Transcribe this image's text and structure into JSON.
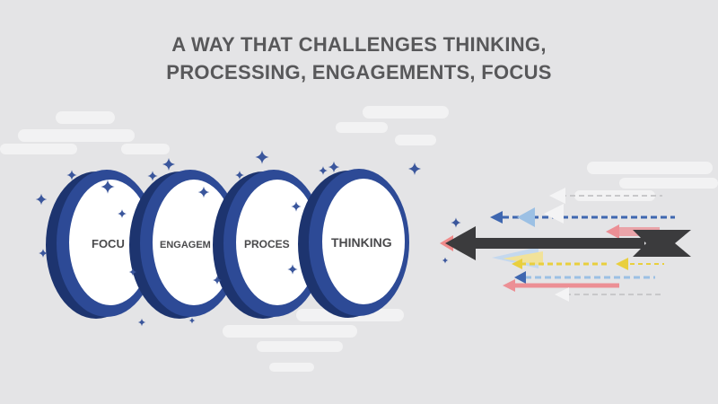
{
  "title": {
    "line1": "A WAY THAT CHALLENGES THINKING,",
    "line2": "PROCESSING, ENGAGEMENTS, FOCUS"
  },
  "discs": [
    {
      "label": "FOCU",
      "name": "disc-focus"
    },
    {
      "label": "ENGAGEM",
      "name": "disc-engagement"
    },
    {
      "label": "PROCES",
      "name": "disc-processing"
    },
    {
      "label": "THINKING",
      "name": "disc-thinking"
    }
  ],
  "colors": {
    "background": "#e4e4e6",
    "disc_rim": "#2d4a96",
    "disc_rim_dark": "#1d346f",
    "disc_face": "#ffffff",
    "label": "#4a4a4c",
    "main_arrow": "#3b3b3d",
    "sparkle": "#3a569c",
    "arrow_blue": "#3f67b0",
    "arrow_light_blue": "#9cc0e4",
    "arrow_pink": "#ec8f95",
    "arrow_yellow": "#e9cf3e"
  },
  "icons": {
    "main_arrow": "big-arrow-icon",
    "sparkle": "sparkle-icon",
    "cloud": "cloud-icon"
  }
}
